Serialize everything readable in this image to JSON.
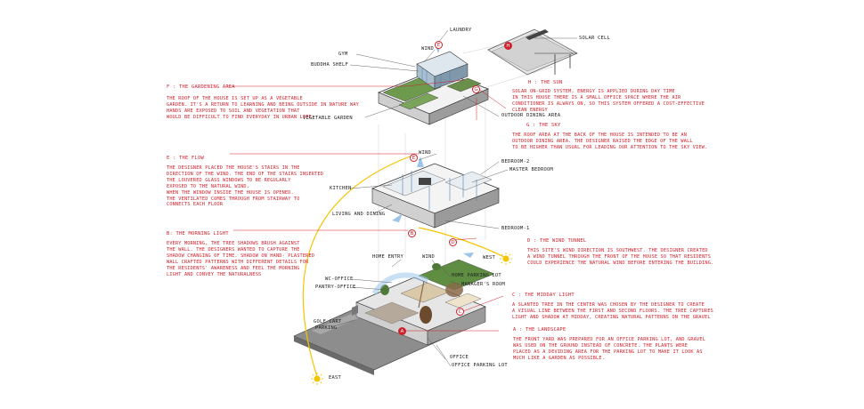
{
  "colors": {
    "accent": "#d0202a",
    "sun": "#f5c400",
    "ink": "#222222"
  },
  "labels": {
    "laundry": "LAUNDRY",
    "wind_top": "WIND",
    "gym": "GYM",
    "buddha_shelf": "BUDDHA SHELF",
    "solar_cell": "SOLAR CELL",
    "vegetable_garden": "VEGETABLE GARDEN",
    "outdoor_dining": "OUTDOOR DINING AREA",
    "wind_mid": "WIND",
    "bedroom2": "BEDROOM-2",
    "master_bedroom": "MASTER BEDROOM",
    "kitchen": "KITCHEN",
    "living_dining": "LIVING AND DINING",
    "bedroom1": "BEDROOM-1",
    "home_entry": "HOME ENTRY",
    "wind_low": "WIND",
    "west": "WEST",
    "home_parking": "HOME PARKING LOT",
    "managers_room": "MANAGER'S ROOM",
    "wc_office": "WC-OFFICE",
    "pantry_office": "PANTRY-OFFICE",
    "golf_cart_1": "GOLF CART",
    "golf_cart_2": "PARKING",
    "office": "OFFICE",
    "office_parking": "OFFICE PARKING LOT",
    "east": "EAST"
  },
  "markers": {
    "a": "A",
    "b": "B",
    "c": "C",
    "d": "D",
    "e": "E",
    "f": "F",
    "g": "G",
    "h": "H"
  },
  "notes": {
    "f": {
      "title": "F : THE GARDENING AREA",
      "lines": [
        "THE ROOF OF THE HOUSE IS SET UP AS A VEGETABLE",
        "GARDEN. IT'S A RETURN TO LEARNING AND BEING OUTSIDE IN NATURE WAY",
        "HANDS ARE EXPOSED TO SOIL AND VEGETATION THAT",
        "WOULD BE DIFFICULT TO FIND EVERYDAY IN URBAN LIFE."
      ]
    },
    "h": {
      "title": "H : THE SUN",
      "lines": [
        "SOLAR ON-GRID SYSTEM, ENERGY IS APPLIED DURING DAY TIME",
        "IN THIS HOUSE THERE IS A SMALL OFFICE SPACE WHERE THE AIR",
        "CONDITIONER IS ALWAYS ON, SO THIS SYSTEM OFFERED A COST-EFFECTIVE",
        "CLEAN ENERGY"
      ]
    },
    "g": {
      "title": "G : THE SKY",
      "lines": [
        "THE ROOF AREA AT THE BACK OF THE HOUSE IS INTENDED TO BE AN",
        "OUTDOOR DINING AREA. THE DESIGNER RAISED THE EDGE OF THE WALL",
        "TO BE HIGHER THAN USUAL FOR LEADING OUR ATTENTION TO THE SKY VIEW."
      ]
    },
    "e": {
      "title": "E : THE FLOW",
      "lines": [
        "THE DESIGNER PLACED THE HOUSE'S STAIRS IN THE",
        "DIRECTION OF THE WIND. THE END OF THE STAIRS INSERTED",
        "THE LOUVERED GLASS WINDOWS TO BE REGULARLY",
        "EXPOSED TO THE NATURAL WIND.",
        "WHEN THE WINDOW INSIDE THE HOUSE IS OPENED.",
        "THE VENTILATED COMES THROUGH FROM STAIRWAY TO",
        "CONNECTS EACH FLOOR"
      ]
    },
    "b": {
      "title": "B: THE MORNING LIGHT",
      "lines": [
        "EVERY MORNING, THE TREE SHADOWS BRUSH AGAINST",
        "THE WALL. THE DESIGNERS WANTED TO CAPTURE THE",
        "SHADOW CHANGING OF TIME. SHADOW ON HAND- PLASTERED",
        "WALL CRAFTED PATTERNS WITH DIFFERENT DETAILS FOR",
        "THE RESIDENTS' AWARENESS AND FEEL THE MORNING",
        "LIGHT AND CONVEY THE NATURALNESS"
      ]
    },
    "d": {
      "title": "D : THE WIND TUNNEL",
      "lines": [
        "THIS SITE'S WIND DIRECTION IS SOUTHWEST. THE DESIGNER CREATED",
        "A WIND TUNNEL THROUGH THE FRONT OF THE HOUSE SO THAT RESIDENTS",
        "COULD EXPERIENCE THE NATURAL WIND BEFORE ENTERING THE BUILDING."
      ]
    },
    "c": {
      "title": "C : THE MIDDAY LIGHT",
      "lines": [
        "A SLANTED TREE IN THE CENTER WAS CHOSEN BY THE DESIGNER TO CREATE",
        "A VISUAL LINE BETWEEN THE FIRST AND SECOND FLOORS. THE TREE CAPTURES",
        "LIGHT AND SHADOW AT MIDDAY, CREATING NATURAL PATTERNS ON THE GRAVEL"
      ]
    },
    "a": {
      "title": "A : THE LANDSCAPE",
      "lines": [
        "THE FRONT YARD WAS PREPARED FOR AN OFFICE PARKING LOT, AND GRAVEL",
        "WAS USED ON THE GROUND INSTEAD OF CONCRETE. THE PLANTS WERE",
        "PLACED AS A DEVIDING AREA FOR THE PARKING LOT TO MAKE IT LOOK AS",
        "MUCH LIKE A GARDEN AS POSSIBLE."
      ]
    }
  }
}
